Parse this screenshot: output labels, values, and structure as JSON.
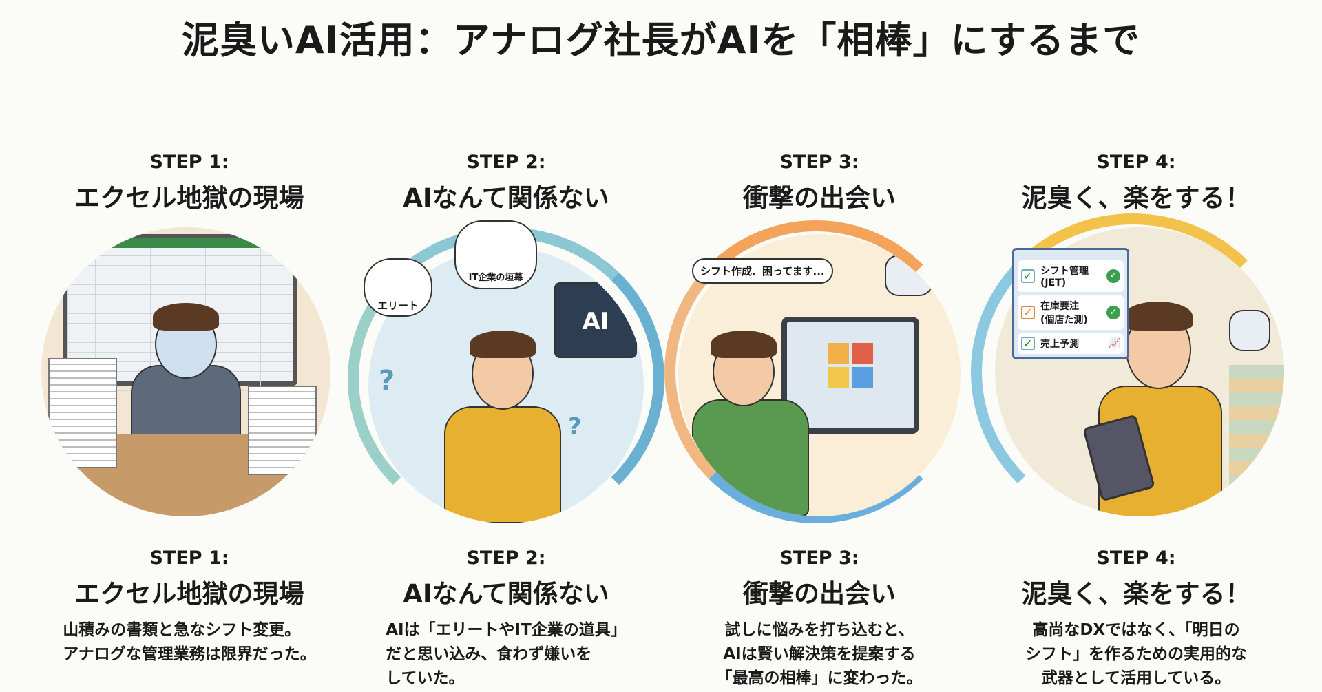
{
  "title": "泥臭いAI活用：アナログ社長がAIを「相棒」にするまで",
  "steps": [
    {
      "step": "STEP 1:",
      "heading": "エクセル地獄の現場",
      "body_lines": [
        "山積みの書類と急なシフト変更。",
        "アナログな管理業務は限界だった。"
      ]
    },
    {
      "step": "STEP 2:",
      "heading": "AIなんて関係ない",
      "body_lines": [
        "AIは「エリートやIT企業の道具」",
        "だと思い込み、食わず嫌いを",
        "していた。"
      ]
    },
    {
      "step": "STEP 3:",
      "heading": "衝撃の出会い",
      "body_lines": [
        "試しに悩みを打ち込むと、",
        "AIは賢い解決策を提案する",
        "「最高の相棒」に変わった。"
      ]
    },
    {
      "step": "STEP 4:",
      "heading": "泥臭く、楽をする！",
      "body_lines": [
        "高尚なDXではなく、「明日の",
        "シフト」を作るための実用的な",
        "武器として活用している。"
      ]
    }
  ],
  "illustrations": {
    "step2_bubble_1": "エリート",
    "step2_bubble_2": "IT企業の垣幕",
    "step2_ai_label": "AI",
    "step3_speech": "シフト作成、困ってます...",
    "step4_checklist": [
      "シフト管理\n(JET)",
      "在庫要注\n(個店た測)",
      "売上予測"
    ]
  },
  "colors": {
    "teal": "#7cc0cf",
    "orange": "#f0a050",
    "yellow": "#f2c040",
    "shirt": "#e8b030"
  }
}
